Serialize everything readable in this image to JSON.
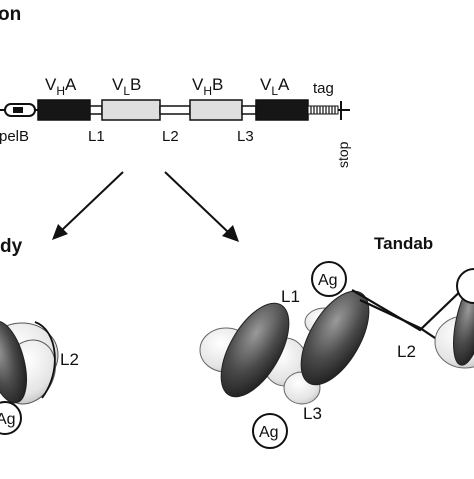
{
  "colors": {
    "ink": "#111111",
    "dark_domain": "#1a1a1a",
    "light_domain": "#dcdcdc",
    "ellipse_dark": "#3a3a3a",
    "ellipse_light": "#e6e6e6"
  },
  "construct": {
    "title_fragment": "on",
    "domains": [
      {
        "base": "V",
        "sub": "H",
        "tail": "A"
      },
      {
        "base": "V",
        "sub": "L",
        "tail": "B"
      },
      {
        "base": "V",
        "sub": "H",
        "tail": "B"
      },
      {
        "base": "V",
        "sub": "L",
        "tail": "A"
      }
    ],
    "signal": "pelB",
    "linkers": [
      "L1",
      "L2",
      "L3"
    ],
    "tag": "tag",
    "stop": "stop"
  },
  "left_product": {
    "title_fragment": "dy",
    "linker": "L2",
    "antigen": "Ag"
  },
  "right_product": {
    "title": "Tandab",
    "linkers": [
      "L1",
      "L2",
      "L3"
    ],
    "antigens": [
      "Ag",
      "Ag"
    ]
  }
}
